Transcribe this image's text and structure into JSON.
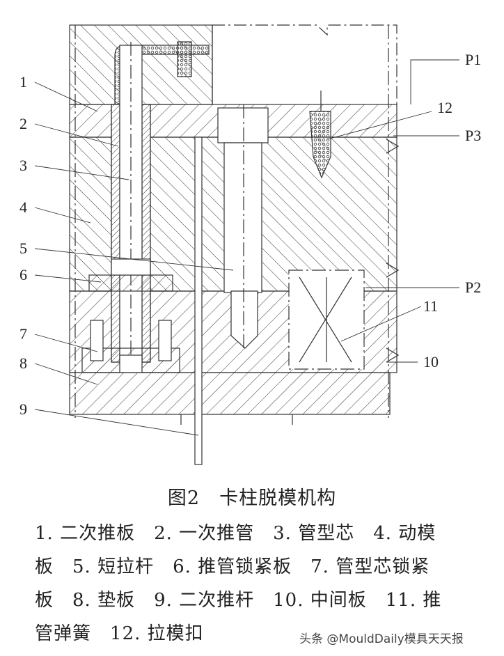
{
  "figure": {
    "labels_left": [
      "1",
      "2",
      "3",
      "4",
      "5",
      "6",
      "7",
      "8",
      "9"
    ],
    "labels_right": [
      "P1",
      "12",
      "P3",
      "P2",
      "11",
      "10"
    ],
    "title": "图2　卡柱脱模机构",
    "legend_lines": [
      "1. 二次推板　2. 一次推管　3. 管型芯　4. 动模",
      "板　5. 短拉杆　6. 推管锁紧板　7. 管型芯锁紧",
      "板　8. 垫板　9. 二次推杆　10. 中间板　11. 推",
      "管弹簧　12. 拉模扣"
    ],
    "watermark": "头条 @MouldDaily模具天天报"
  }
}
